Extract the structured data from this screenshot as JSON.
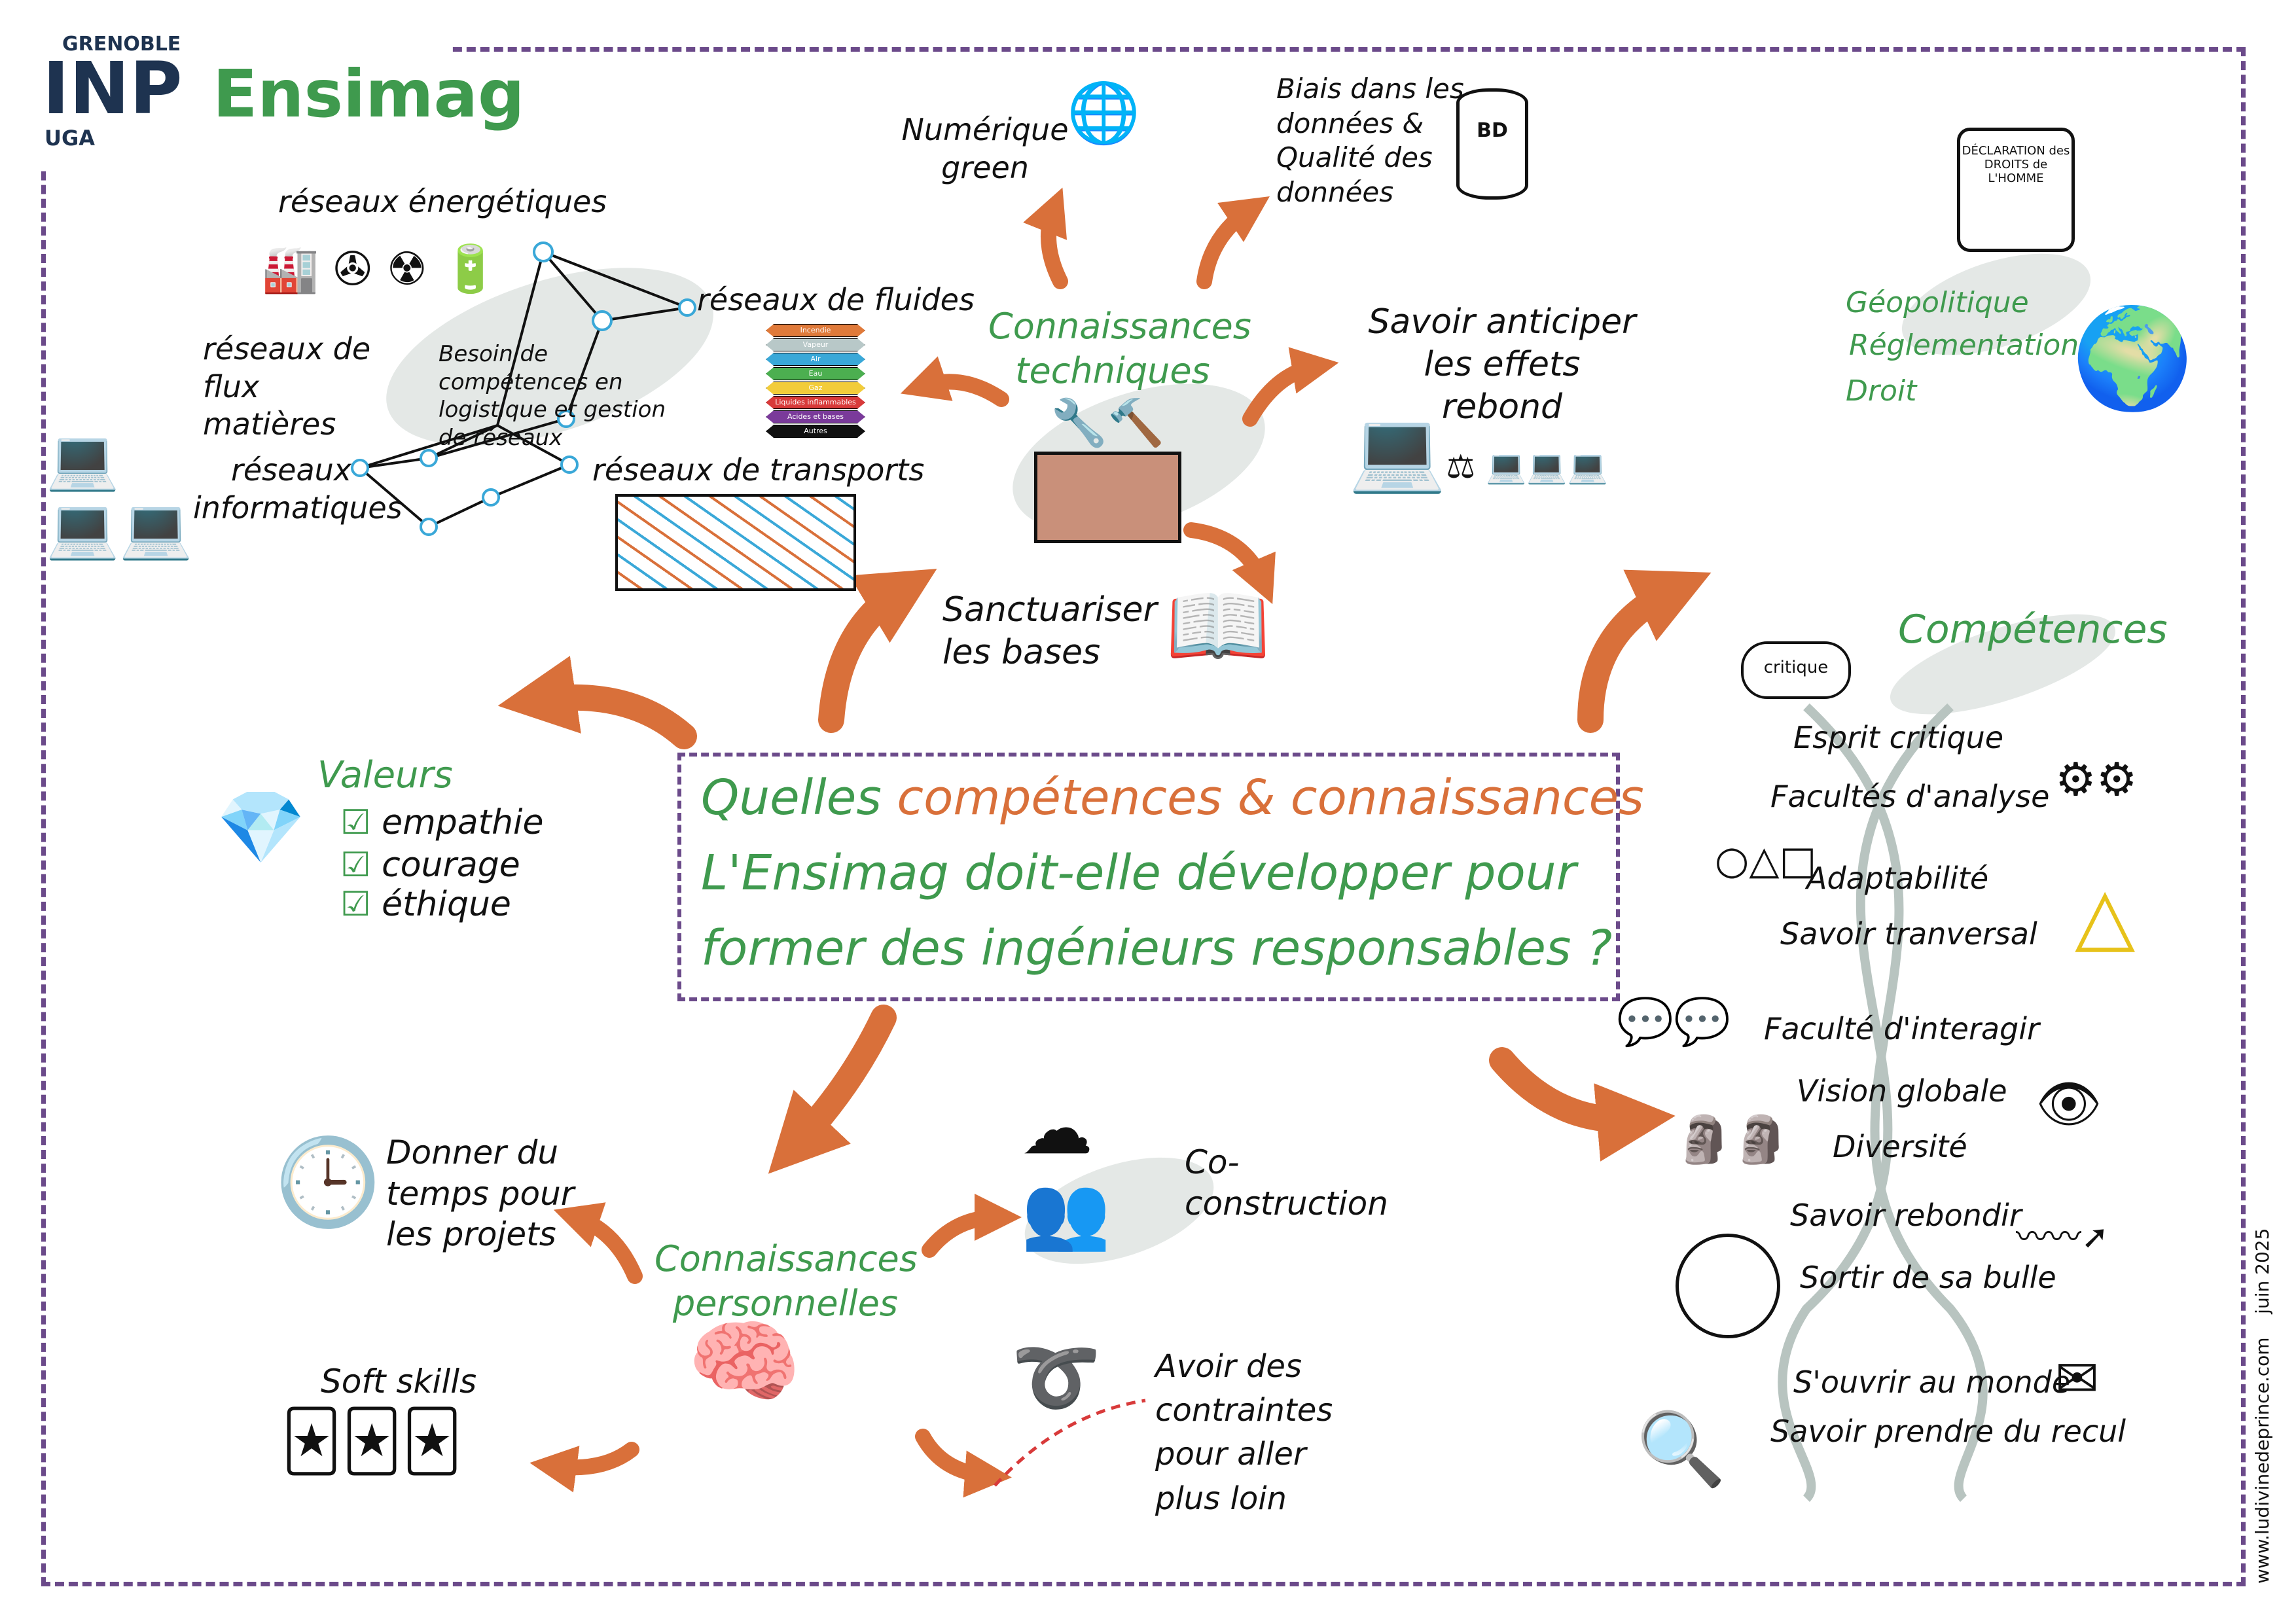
{
  "logo": {
    "grenoble": "GRENOBLE",
    "inp": "INP",
    "uga": "UGA",
    "ensimag": "Ensimag"
  },
  "central_question": {
    "line1_a": "Quelles",
    "line1_b": "compétences & connaissances",
    "line2": "L'Ensimag doit-elle développer pour",
    "line3": "former des ingénieurs responsables ?"
  },
  "technical": {
    "title": "Connaissances techniques",
    "numerique_green": "Numérique green",
    "biais": "Biais dans les données & Qualité des données",
    "bd_label": "BD",
    "rebond": "Savoir anticiper les effets rebond",
    "sanctuariser": "Sanctuariser les bases"
  },
  "networks": {
    "energetiques": "réseaux énergétiques",
    "flux": "réseaux de flux matières",
    "besoin": "Besoin de compétences en logistique et gestion de réseaux",
    "fluides": "réseaux de fluides",
    "informatiques": "réseaux informatiques",
    "transports": "réseaux de transports",
    "fluid_pipes": [
      {
        "label": "Incendie",
        "color": "#e07a3a"
      },
      {
        "label": "Vapeur",
        "color": "#b8c8c8"
      },
      {
        "label": "Air",
        "color": "#3aa8d8"
      },
      {
        "label": "Eau",
        "color": "#4caf50"
      },
      {
        "label": "Gaz",
        "color": "#f2cc3a"
      },
      {
        "label": "Liquides inflammables",
        "color": "#d83a3a"
      },
      {
        "label": "Acides et bases",
        "color": "#7a3a9a"
      },
      {
        "label": "Autres",
        "color": "#111111"
      }
    ]
  },
  "law": {
    "scroll": "DÉCLARATION des DROITS de L'HOMME",
    "items": [
      "Géopolitique",
      "Réglementation",
      "Droit"
    ]
  },
  "values": {
    "title": "Valeurs",
    "items": [
      "empathie",
      "courage",
      "éthique"
    ]
  },
  "competences": {
    "title": "Compétences",
    "cloud": "critique",
    "items": [
      "Esprit critique",
      "Facultés d'analyse",
      "Adaptabilité",
      "Savoir tranversal",
      "Faculté d'interagir",
      "Vision globale",
      "Diversité",
      "Savoir rebondir",
      "Sortir de sa bulle",
      "S'ouvrir au monde",
      "Savoir prendre du recul"
    ]
  },
  "personal": {
    "title": "Connaissances personnelles",
    "temps": "Donner du temps pour les projets",
    "soft": "Soft skills",
    "co": "Co-construction",
    "contraintes": "Avoir des contraintes pour aller plus loin"
  },
  "credits": {
    "site": "www.ludivinedeprince.com",
    "date": "juin 2025"
  },
  "colors": {
    "green": "#3f9a4e",
    "orange": "#d9703a",
    "purple": "#6b4a8a"
  }
}
